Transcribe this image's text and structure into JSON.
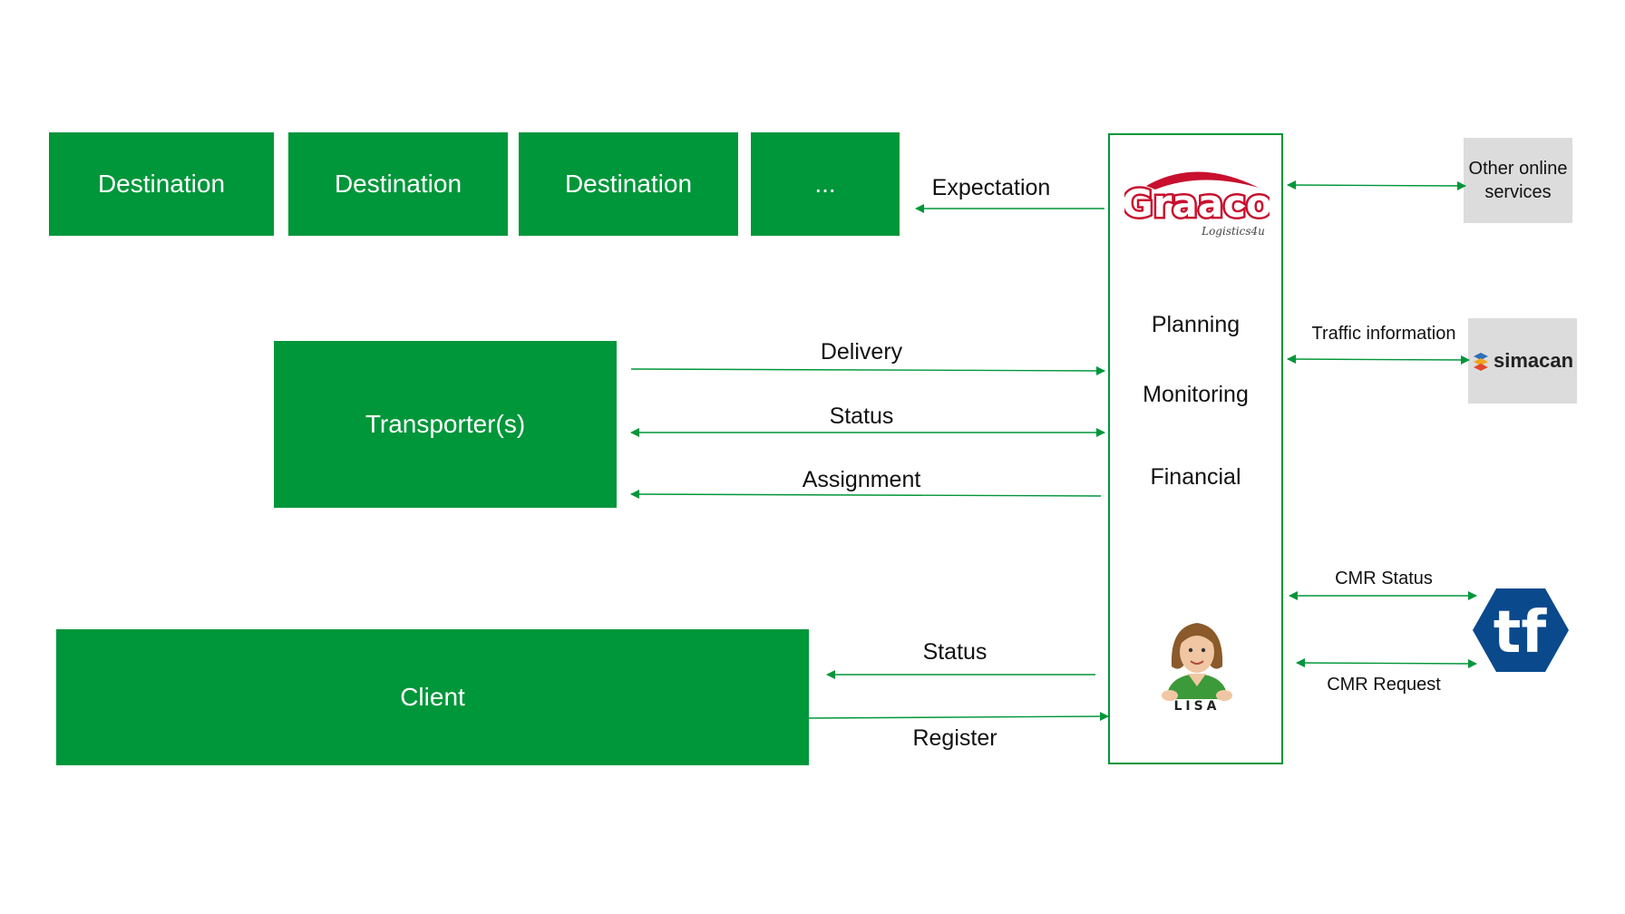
{
  "colors": {
    "green": "#00963a",
    "graaco_red": "#c8102e",
    "tf_blue": "#0a4a8c",
    "grey_box": "#dcdcdc"
  },
  "destinations": [
    "Destination",
    "Destination",
    "Destination",
    "..."
  ],
  "transporter": "Transporter(s)",
  "client": "Client",
  "hub": {
    "logo_text": "Graaco",
    "logo_tagline": "Logistics4u",
    "functions": [
      "Planning",
      "Monitoring",
      "Financial"
    ],
    "mascot_label": "LISA"
  },
  "flows": {
    "expectation": "Expectation",
    "delivery": "Delivery",
    "status_transporter": "Status",
    "assignment": "Assignment",
    "status_client": "Status",
    "register": "Register",
    "traffic_information": "Traffic information",
    "cmr_status": "CMR Status",
    "cmr_request": "CMR Request"
  },
  "external": {
    "other_services": "Other online services",
    "simacan": "simacan",
    "transfollow_logo": "tf"
  }
}
